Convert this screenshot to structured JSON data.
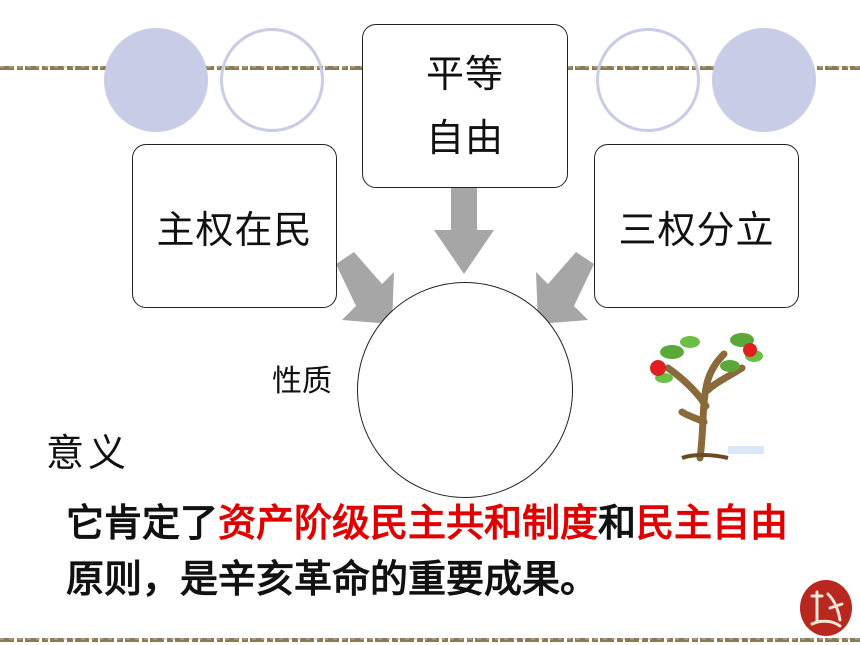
{
  "diagram": {
    "top_box": {
      "line1": "平等",
      "line2": "自由"
    },
    "left_box": {
      "label": "主权在民"
    },
    "right_box": {
      "label": "三权分立"
    },
    "nature_label": "性质",
    "meaning_label": "意义",
    "meaning_text": {
      "part1": "它肯定了",
      "part2": "资产阶级民主共和制度",
      "part3": "和",
      "part4": "民主自由",
      "part5": "原则，是辛亥革命的重要成果。"
    }
  },
  "colors": {
    "arrow": "#a6a6a6",
    "deco_circle_fill": "#c9cce6",
    "deco_circle_outline": "#c9cce6",
    "highlight": "#e00000",
    "rope": "#8a7a5a"
  },
  "icons": {
    "tree": "apple-tree-icon",
    "seal": "seal-stamp-icon"
  }
}
